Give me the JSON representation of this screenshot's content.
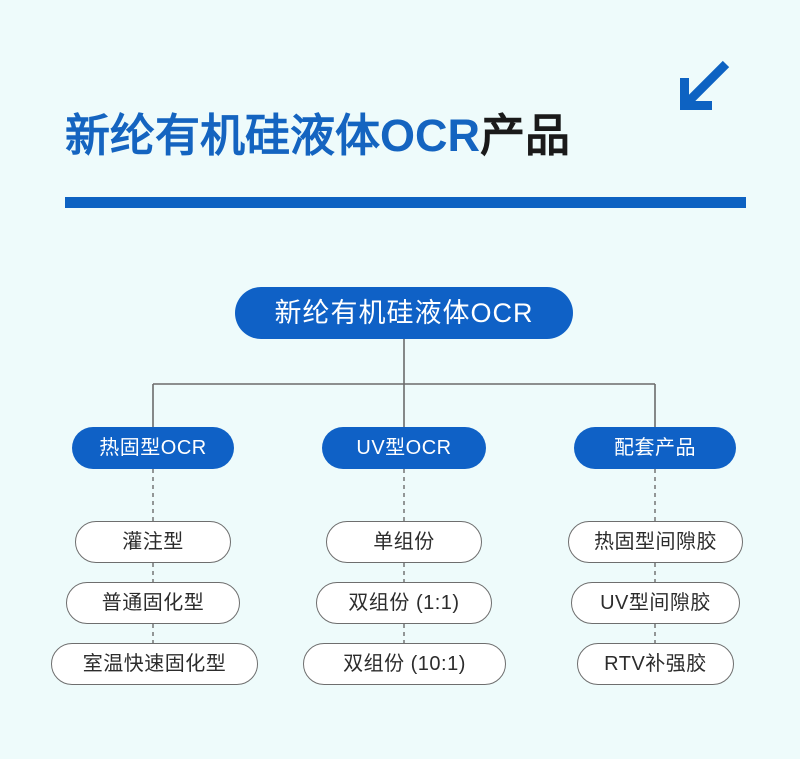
{
  "header": {
    "title_main": "新纶有机硅液体OCR",
    "title_accent": "产品",
    "arrow_icon": "arrow-down-left-icon",
    "accent_color": "#0d62c2",
    "title_color": "#1464c0",
    "background_color": "#eefbfb"
  },
  "diagram": {
    "type": "tree",
    "root": {
      "label": "新纶有机硅液体OCR"
    },
    "branches": [
      {
        "label": "热固型OCR",
        "children": [
          {
            "label": "灌注型"
          },
          {
            "label": "普通固化型"
          },
          {
            "label": "室温快速固化型"
          }
        ]
      },
      {
        "label": "UV型OCR",
        "children": [
          {
            "label": "单组份"
          },
          {
            "label": "双组份 (1:1)"
          },
          {
            "label": "双组份 (10:1)"
          }
        ]
      },
      {
        "label": "配套产品",
        "children": [
          {
            "label": "热固型间隙胶"
          },
          {
            "label": "UV型间隙胶"
          },
          {
            "label": "RTV补强胶"
          }
        ]
      }
    ],
    "node_fill": "#0f61c6",
    "leaf_fill": "#ffffff",
    "leaf_border": "#6e6e6e",
    "connector_color": "#6b6b6b"
  }
}
